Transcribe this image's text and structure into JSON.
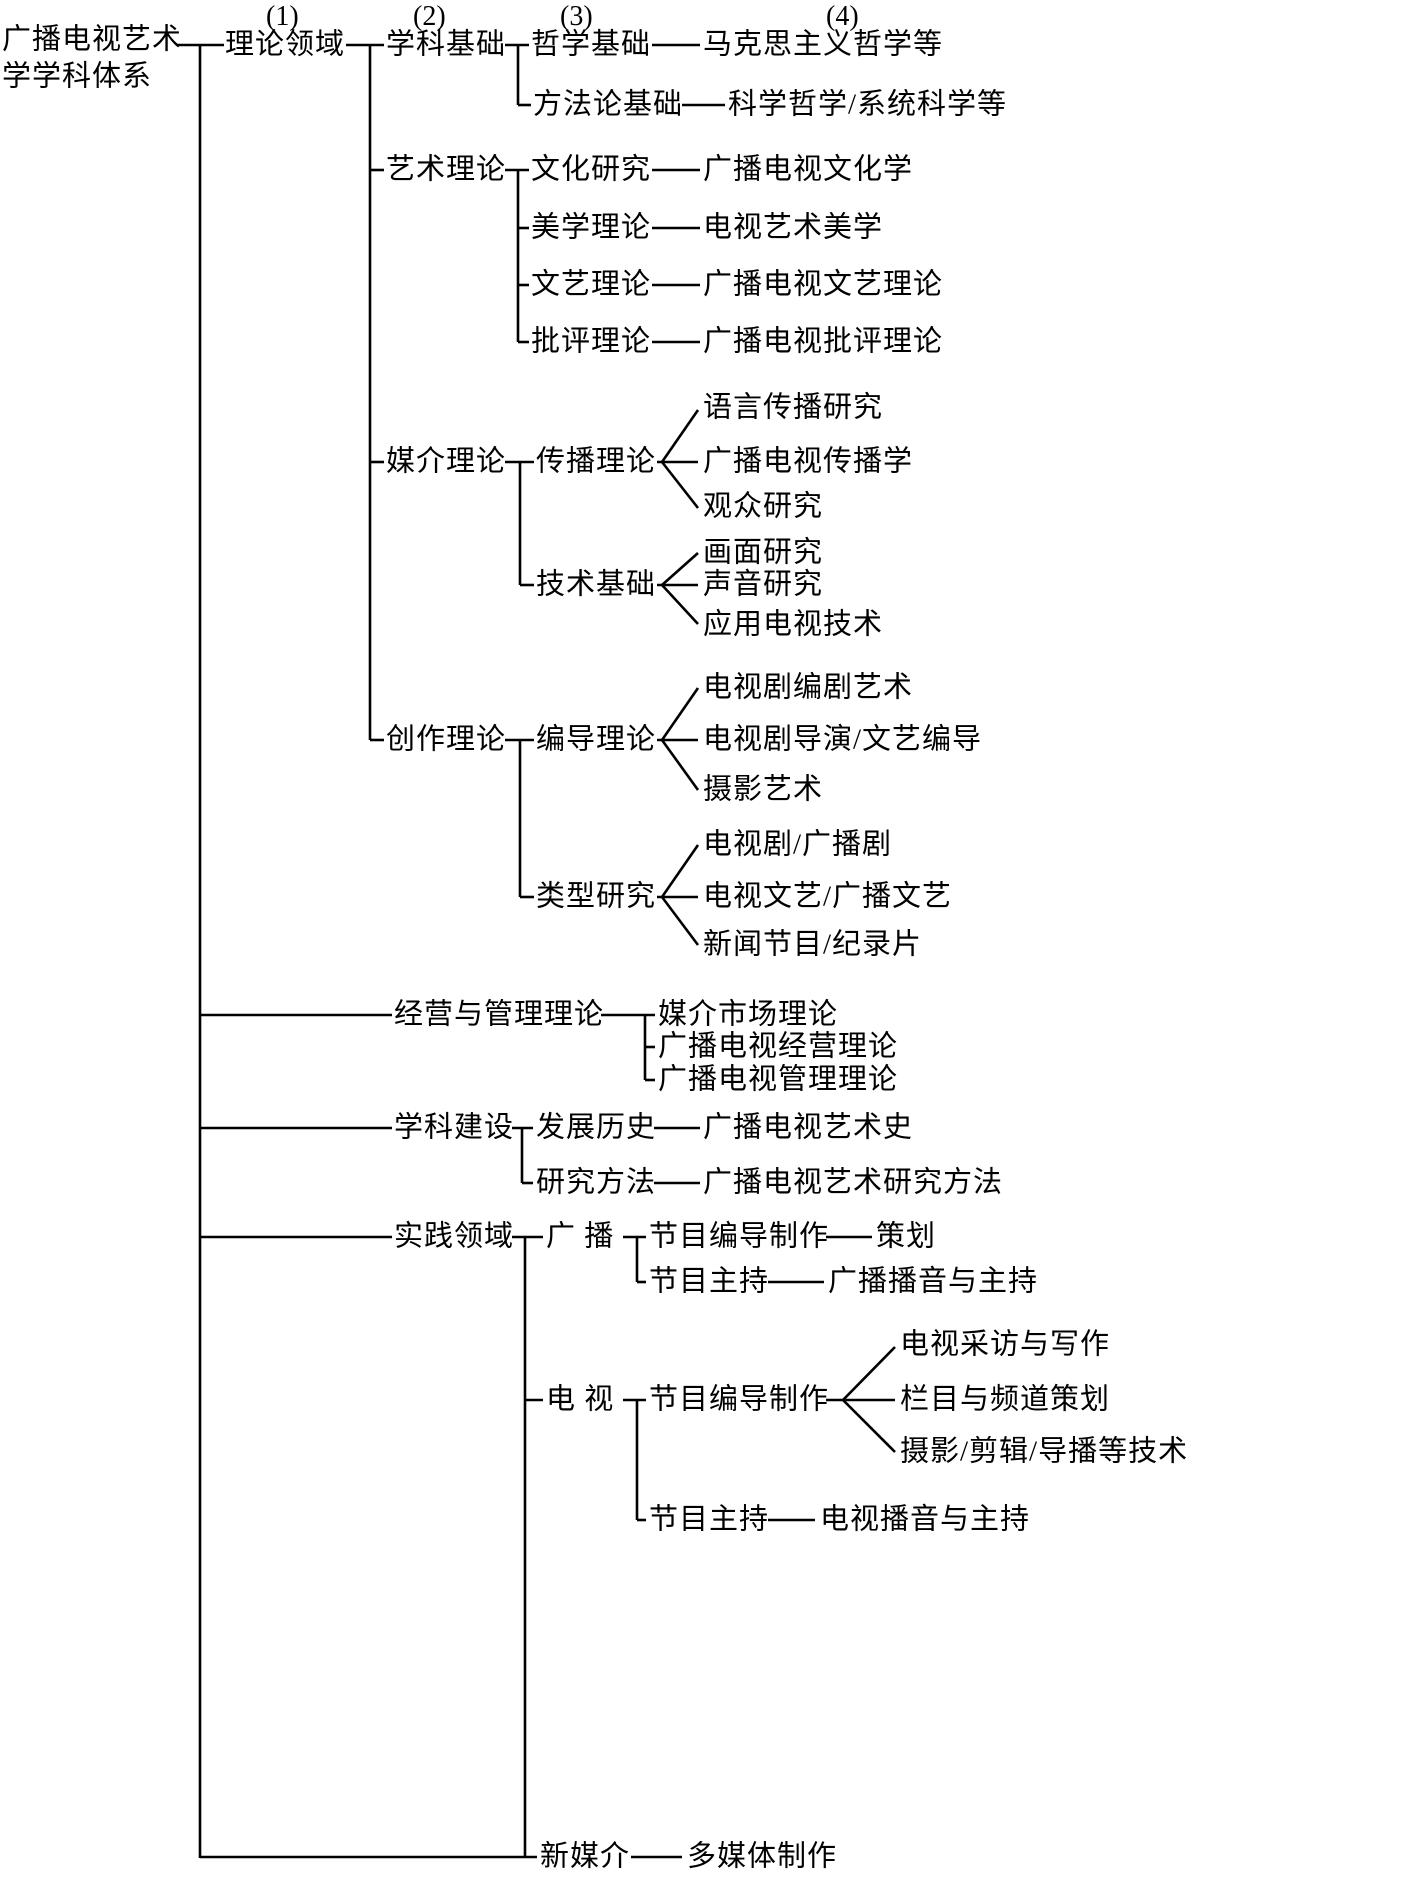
{
  "columns": [
    "(1)",
    "(2)",
    "(3)",
    "(4)"
  ],
  "tree": {
    "label1": "广播电视艺术",
    "label2": "学学科体系",
    "children": [
      {
        "label": "理论领域",
        "children": [
          {
            "label": "学科基础",
            "children": [
              {
                "label": "哲学基础",
                "children": [
                  {
                    "label": "马克思主义哲学等"
                  }
                ]
              },
              {
                "label": "方法论基础",
                "children": [
                  {
                    "label": "科学哲学/系统科学等"
                  }
                ]
              }
            ]
          },
          {
            "label": "艺术理论",
            "children": [
              {
                "label": "文化研究",
                "children": [
                  {
                    "label": "广播电视文化学"
                  }
                ]
              },
              {
                "label": "美学理论",
                "children": [
                  {
                    "label": "电视艺术美学"
                  }
                ]
              },
              {
                "label": "文艺理论",
                "children": [
                  {
                    "label": "广播电视文艺理论"
                  }
                ]
              },
              {
                "label": "批评理论",
                "children": [
                  {
                    "label": "广播电视批评理论"
                  }
                ]
              }
            ]
          },
          {
            "label": "媒介理论",
            "children": [
              {
                "label": "传播理论",
                "children": [
                  {
                    "label": "语言传播研究"
                  },
                  {
                    "label": "广播电视传播学"
                  },
                  {
                    "label": "观众研究"
                  }
                ]
              },
              {
                "label": "技术基础",
                "children": [
                  {
                    "label": "画面研究"
                  },
                  {
                    "label": "声音研究"
                  },
                  {
                    "label": "应用电视技术"
                  }
                ]
              }
            ]
          },
          {
            "label": "创作理论",
            "children": [
              {
                "label": "编导理论",
                "children": [
                  {
                    "label": "电视剧编剧艺术"
                  },
                  {
                    "label": "电视剧导演/文艺编导"
                  },
                  {
                    "label": "摄影艺术"
                  }
                ]
              },
              {
                "label": "类型研究",
                "children": [
                  {
                    "label": "电视剧/广播剧"
                  },
                  {
                    "label": "电视文艺/广播文艺"
                  },
                  {
                    "label": "新闻节目/纪录片"
                  }
                ]
              }
            ]
          }
        ]
      },
      {
        "label": "经营与管理理论",
        "children": [
          {
            "label": "媒介市场理论"
          },
          {
            "label": "广播电视经营理论"
          },
          {
            "label": "广播电视管理理论"
          }
        ]
      },
      {
        "label": "学科建设",
        "children": [
          {
            "label": "发展历史",
            "children": [
              {
                "label": "广播电视艺术史"
              }
            ]
          },
          {
            "label": "研究方法",
            "children": [
              {
                "label": "广播电视艺术研究方法"
              }
            ]
          }
        ]
      },
      {
        "label": "实践领域",
        "children": [
          {
            "label": "广 播",
            "children": [
              {
                "label": "节目编导制作",
                "children": [
                  {
                    "label": "策划"
                  }
                ]
              },
              {
                "label": "节目主持",
                "children": [
                  {
                    "label": "广播播音与主持"
                  }
                ]
              }
            ]
          },
          {
            "label": "电 视",
            "children": [
              {
                "label": "节目编导制作",
                "children": [
                  {
                    "label": "电视采访与写作"
                  },
                  {
                    "label": "栏目与频道策划"
                  },
                  {
                    "label": "摄影/剪辑/导播等技术"
                  }
                ]
              },
              {
                "label": "节目主持",
                "children": [
                  {
                    "label": "电视播音与主持"
                  }
                ]
              }
            ]
          },
          {
            "label": "新媒介",
            "children": [
              {
                "label": "多媒体制作"
              }
            ]
          }
        ]
      }
    ]
  }
}
